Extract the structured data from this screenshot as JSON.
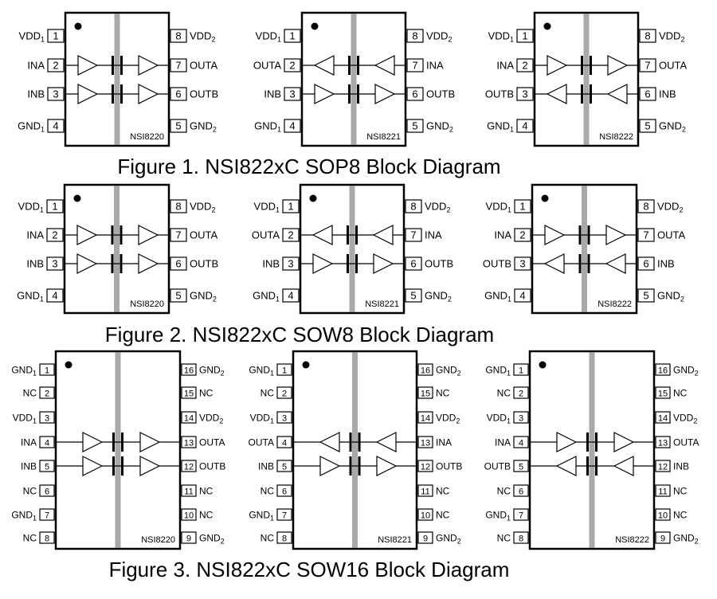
{
  "figures": [
    {
      "caption": "Figure 1. NSI822xC SOP8 Block Diagram",
      "package": "8",
      "parts": [
        {
          "name": "NSI8220",
          "left": [
            {
              "num": "1",
              "label": "VDD",
              "sub": "1"
            },
            {
              "num": "2",
              "label": "INA",
              "sub": ""
            },
            {
              "num": "3",
              "label": "INB",
              "sub": ""
            },
            {
              "num": "4",
              "label": "GND",
              "sub": "1"
            }
          ],
          "right": [
            {
              "num": "8",
              "label": "VDD",
              "sub": "2"
            },
            {
              "num": "7",
              "label": "OUTA",
              "sub": ""
            },
            {
              "num": "6",
              "label": "OUTB",
              "sub": ""
            },
            {
              "num": "5",
              "label": "GND",
              "sub": "2"
            }
          ],
          "channels": [
            "right",
            "right"
          ]
        },
        {
          "name": "NSI8221",
          "left": [
            {
              "num": "1",
              "label": "VDD",
              "sub": "1"
            },
            {
              "num": "2",
              "label": "OUTA",
              "sub": ""
            },
            {
              "num": "3",
              "label": "INB",
              "sub": ""
            },
            {
              "num": "4",
              "label": "GND",
              "sub": "1"
            }
          ],
          "right": [
            {
              "num": "8",
              "label": "VDD",
              "sub": "2"
            },
            {
              "num": "7",
              "label": "INA",
              "sub": ""
            },
            {
              "num": "6",
              "label": "OUTB",
              "sub": ""
            },
            {
              "num": "5",
              "label": "GND",
              "sub": "2"
            }
          ],
          "channels": [
            "left",
            "right"
          ]
        },
        {
          "name": "NSI8222",
          "left": [
            {
              "num": "1",
              "label": "VDD",
              "sub": "1"
            },
            {
              "num": "2",
              "label": "INA",
              "sub": ""
            },
            {
              "num": "3",
              "label": "OUTB",
              "sub": ""
            },
            {
              "num": "4",
              "label": "GND",
              "sub": "1"
            }
          ],
          "right": [
            {
              "num": "8",
              "label": "VDD",
              "sub": "2"
            },
            {
              "num": "7",
              "label": "OUTA",
              "sub": ""
            },
            {
              "num": "6",
              "label": "INB",
              "sub": ""
            },
            {
              "num": "5",
              "label": "GND",
              "sub": "2"
            }
          ],
          "channels": [
            "right",
            "left"
          ]
        }
      ]
    },
    {
      "caption": "Figure 2. NSI822xC SOW8 Block Diagram",
      "package": "8",
      "parts": [
        {
          "name": "NSI8220",
          "left": [
            {
              "num": "1",
              "label": "VDD",
              "sub": "1"
            },
            {
              "num": "2",
              "label": "INA",
              "sub": ""
            },
            {
              "num": "3",
              "label": "INB",
              "sub": ""
            },
            {
              "num": "4",
              "label": "GND",
              "sub": "1"
            }
          ],
          "right": [
            {
              "num": "8",
              "label": "VDD",
              "sub": "2"
            },
            {
              "num": "7",
              "label": "OUTA",
              "sub": ""
            },
            {
              "num": "6",
              "label": "OUTB",
              "sub": ""
            },
            {
              "num": "5",
              "label": "GND",
              "sub": "2"
            }
          ],
          "channels": [
            "right",
            "right"
          ]
        },
        {
          "name": "NSI8221",
          "left": [
            {
              "num": "1",
              "label": "VDD",
              "sub": "1"
            },
            {
              "num": "2",
              "label": "OUTA",
              "sub": ""
            },
            {
              "num": "3",
              "label": "INB",
              "sub": ""
            },
            {
              "num": "4",
              "label": "GND",
              "sub": "1"
            }
          ],
          "right": [
            {
              "num": "8",
              "label": "VDD",
              "sub": "2"
            },
            {
              "num": "7",
              "label": "INA",
              "sub": ""
            },
            {
              "num": "6",
              "label": "OUTB",
              "sub": ""
            },
            {
              "num": "5",
              "label": "GND",
              "sub": "2"
            }
          ],
          "channels": [
            "left",
            "right"
          ]
        },
        {
          "name": "NSI8222",
          "left": [
            {
              "num": "1",
              "label": "VDD",
              "sub": "1"
            },
            {
              "num": "2",
              "label": "INA",
              "sub": ""
            },
            {
              "num": "3",
              "label": "OUTB",
              "sub": ""
            },
            {
              "num": "4",
              "label": "GND",
              "sub": "1"
            }
          ],
          "right": [
            {
              "num": "8",
              "label": "VDD",
              "sub": "2"
            },
            {
              "num": "7",
              "label": "OUTA",
              "sub": ""
            },
            {
              "num": "6",
              "label": "INB",
              "sub": ""
            },
            {
              "num": "5",
              "label": "GND",
              "sub": "2"
            }
          ],
          "channels": [
            "right",
            "left"
          ]
        }
      ]
    },
    {
      "caption": "Figure 3. NSI822xC SOW16 Block Diagram",
      "package": "16",
      "parts": [
        {
          "name": "NSI8220",
          "left": [
            {
              "num": "1",
              "label": "GND",
              "sub": "1"
            },
            {
              "num": "2",
              "label": "NC",
              "sub": ""
            },
            {
              "num": "3",
              "label": "VDD",
              "sub": "1"
            },
            {
              "num": "4",
              "label": "INA",
              "sub": ""
            },
            {
              "num": "5",
              "label": "INB",
              "sub": ""
            },
            {
              "num": "6",
              "label": "NC",
              "sub": ""
            },
            {
              "num": "7",
              "label": "GND",
              "sub": "1"
            },
            {
              "num": "8",
              "label": "NC",
              "sub": ""
            }
          ],
          "right": [
            {
              "num": "16",
              "label": "GND",
              "sub": "2"
            },
            {
              "num": "15",
              "label": "NC",
              "sub": ""
            },
            {
              "num": "14",
              "label": "VDD",
              "sub": "2"
            },
            {
              "num": "13",
              "label": "OUTA",
              "sub": ""
            },
            {
              "num": "12",
              "label": "OUTB",
              "sub": ""
            },
            {
              "num": "11",
              "label": "NC",
              "sub": ""
            },
            {
              "num": "10",
              "label": "NC",
              "sub": ""
            },
            {
              "num": "9",
              "label": "GND",
              "sub": "2"
            }
          ],
          "channels": [
            "right",
            "right"
          ]
        },
        {
          "name": "NSI8221",
          "left": [
            {
              "num": "1",
              "label": "GND",
              "sub": "1"
            },
            {
              "num": "2",
              "label": "NC",
              "sub": ""
            },
            {
              "num": "3",
              "label": "VDD",
              "sub": "1"
            },
            {
              "num": "4",
              "label": "OUTA",
              "sub": ""
            },
            {
              "num": "5",
              "label": "INB",
              "sub": ""
            },
            {
              "num": "6",
              "label": "NC",
              "sub": ""
            },
            {
              "num": "7",
              "label": "GND",
              "sub": "1"
            },
            {
              "num": "8",
              "label": "NC",
              "sub": ""
            }
          ],
          "right": [
            {
              "num": "16",
              "label": "GND",
              "sub": "2"
            },
            {
              "num": "15",
              "label": "NC",
              "sub": ""
            },
            {
              "num": "14",
              "label": "VDD",
              "sub": "2"
            },
            {
              "num": "13",
              "label": "INA",
              "sub": ""
            },
            {
              "num": "12",
              "label": "OUTB",
              "sub": ""
            },
            {
              "num": "11",
              "label": "NC",
              "sub": ""
            },
            {
              "num": "10",
              "label": "NC",
              "sub": ""
            },
            {
              "num": "9",
              "label": "GND",
              "sub": "2"
            }
          ],
          "channels": [
            "left",
            "right"
          ]
        },
        {
          "name": "NSI8222",
          "left": [
            {
              "num": "1",
              "label": "GND",
              "sub": "1"
            },
            {
              "num": "2",
              "label": "NC",
              "sub": ""
            },
            {
              "num": "3",
              "label": "VDD",
              "sub": "1"
            },
            {
              "num": "4",
              "label": "INA",
              "sub": ""
            },
            {
              "num": "5",
              "label": "OUTB",
              "sub": ""
            },
            {
              "num": "6",
              "label": "NC",
              "sub": ""
            },
            {
              "num": "7",
              "label": "GND",
              "sub": "1"
            },
            {
              "num": "8",
              "label": "NC",
              "sub": ""
            }
          ],
          "right": [
            {
              "num": "16",
              "label": "GND",
              "sub": "2"
            },
            {
              "num": "15",
              "label": "NC",
              "sub": ""
            },
            {
              "num": "14",
              "label": "VDD",
              "sub": "2"
            },
            {
              "num": "13",
              "label": "OUTA",
              "sub": ""
            },
            {
              "num": "12",
              "label": "INB",
              "sub": ""
            },
            {
              "num": "11",
              "label": "NC",
              "sub": ""
            },
            {
              "num": "10",
              "label": "NC",
              "sub": ""
            },
            {
              "num": "9",
              "label": "GND",
              "sub": "2"
            }
          ],
          "channels": [
            "right",
            "left"
          ]
        }
      ]
    }
  ],
  "colors": {
    "isolation_barrier": "#a9a9a9",
    "outline": "#000000"
  }
}
